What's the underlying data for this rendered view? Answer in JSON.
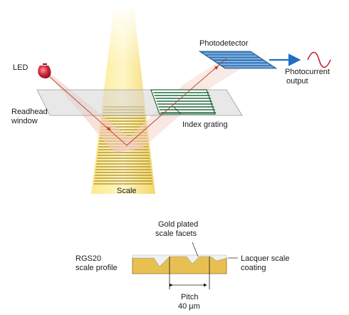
{
  "colors": {
    "scale_light": "#fff2b0",
    "scale_gold": "#e8c64a",
    "scale_stripe": "#b79a3a",
    "grating_green": "#1f6b3a",
    "photodetector_blue": "#3e7fc2",
    "arrow_blue": "#1f6fc2",
    "beam_red": "#c0392b",
    "led_red": "#c2182b",
    "window_grey": "#d8d8d8"
  },
  "labels": {
    "led": "LED",
    "readhead_window_line1": "Readhead",
    "readhead_window_line2": "window",
    "photodetector": "Photodetector",
    "photocurrent_line1": "Photocurrent",
    "photocurrent_line2": "output",
    "index_grating": "Index grating",
    "scale": "Scale",
    "gold_plated_line1": "Gold plated",
    "gold_plated_line2": "scale facets",
    "rgs20_line1": "RGS20",
    "rgs20_line2": "scale profile",
    "lacquer_line1": "Lacquer scale",
    "lacquer_line2": "coating",
    "pitch_line1": "Pitch",
    "pitch_line2": "40 µm"
  }
}
